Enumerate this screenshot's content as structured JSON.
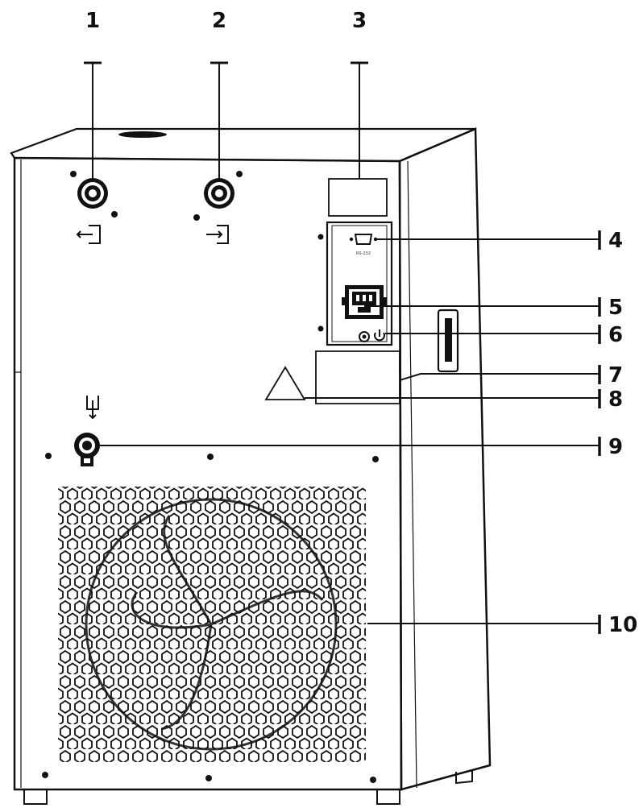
{
  "colors": {
    "outline": "#111111",
    "background": "#ffffff"
  },
  "panel": {
    "rs232_label": "RS-232"
  },
  "icons": [
    "outlet-arrow-icon",
    "inlet-arrow-icon",
    "drain-arrow-icon",
    "warning-triangle-icon",
    "power-switch-icon"
  ],
  "callouts": [
    {
      "id": "1",
      "label": "1"
    },
    {
      "id": "2",
      "label": "2"
    },
    {
      "id": "3",
      "label": "3"
    },
    {
      "id": "4",
      "label": "4"
    },
    {
      "id": "5",
      "label": "5"
    },
    {
      "id": "6",
      "label": "6"
    },
    {
      "id": "7",
      "label": "7"
    },
    {
      "id": "8",
      "label": "8"
    },
    {
      "id": "9",
      "label": "9"
    },
    {
      "id": "10",
      "label": "10"
    }
  ]
}
